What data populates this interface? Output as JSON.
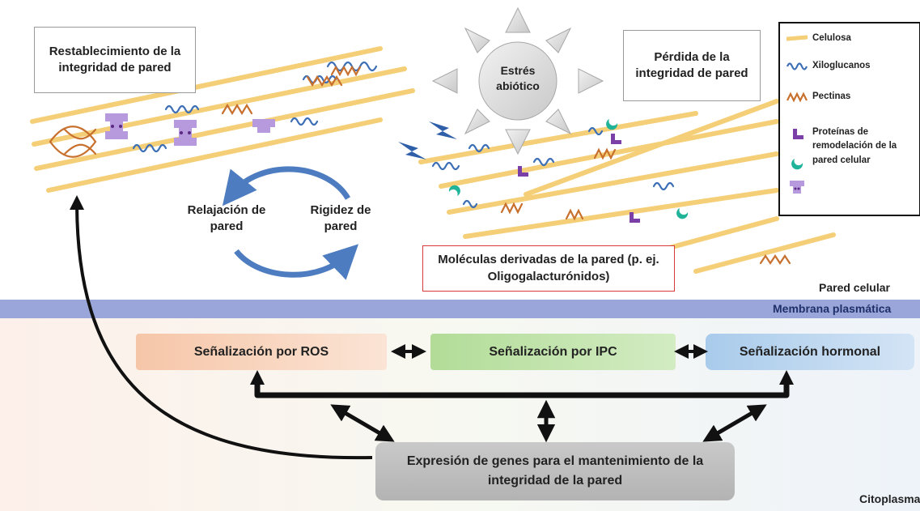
{
  "labels": {
    "restoration": "Restablecimiento de la integridad de pared",
    "loss": "Pérdida de la integridad de pared",
    "stress": "Estrés abiótico",
    "relaxation": "Relajación de pared",
    "rigidity": "Rigidez de pared",
    "molecules": "Moléculas derivadas de la pared (p. ej. Oligogalacturónidos)",
    "cell_wall": "Pared celular",
    "membrane": "Membrana plasmática",
    "cytoplasm": "Citoplasma",
    "ros": "Señalización por ROS",
    "ipc": "Señalización por IPC",
    "hormonal": "Señalización hormonal",
    "expression": "Expresión de genes para el mantenimiento de la integridad de la pared"
  },
  "legend": [
    {
      "icon": "cellulose-icon",
      "label": "Celulosa"
    },
    {
      "icon": "xyloglucan-icon",
      "label": "Xiloglucanos"
    },
    {
      "icon": "pectin-icon",
      "label": "Pectinas"
    },
    {
      "icon": "remodeling-protein-icon",
      "label": "Proteínas de remodelación de la pared celular"
    }
  ],
  "colors": {
    "cellulose": "#f5cf78",
    "xyloglucan": "#3c6fb6",
    "pectin": "#c8702e",
    "protein_purple": "#7b3fa8",
    "protein_teal": "#1fb39a",
    "protein_lilac": "#b79ade",
    "membrane": "#9aa6d9",
    "cytoplasm": "#fdf3ee",
    "ros_box": "#f8cdb0",
    "ipc_box": "#bfe2a9",
    "hormonal_box": "#bcd6ee",
    "expression_box": "#bdbdbd",
    "cycle_arrow": "#4d7dc0"
  }
}
